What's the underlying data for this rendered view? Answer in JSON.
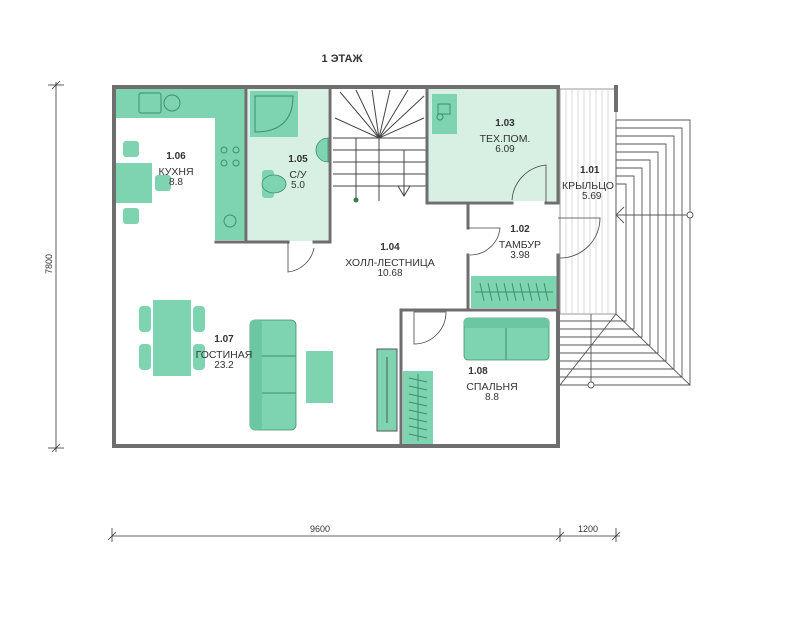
{
  "title": "1 ЭТАЖ",
  "dimensions": {
    "width_total": "9600",
    "width_porch": "1200",
    "height_total": "7800"
  },
  "colors": {
    "furniture": "#7ed3b1",
    "room_fill": "#d7f0e3",
    "wall": "#6e6e6e",
    "line": "#333333"
  },
  "rooms": [
    {
      "id": "1.01",
      "name": "КРЫЛЬЦО",
      "area": "5.69"
    },
    {
      "id": "1.02",
      "name": "ТАМБУР",
      "area": "3.98"
    },
    {
      "id": "1.03",
      "name": "ТЕХ.ПОМ.",
      "area": "6.09"
    },
    {
      "id": "1.04",
      "name": "ХОЛЛ-ЛЕСТНИЦА",
      "area": "10.68"
    },
    {
      "id": "1.05",
      "name": "С/У",
      "area": "5.0"
    },
    {
      "id": "1.06",
      "name": "КУХНЯ",
      "area": "8.8"
    },
    {
      "id": "1.07",
      "name": "ГОСТИНАЯ",
      "area": "23.2"
    },
    {
      "id": "1.08",
      "name": "СПАЛЬНЯ",
      "area": "8.8"
    }
  ]
}
